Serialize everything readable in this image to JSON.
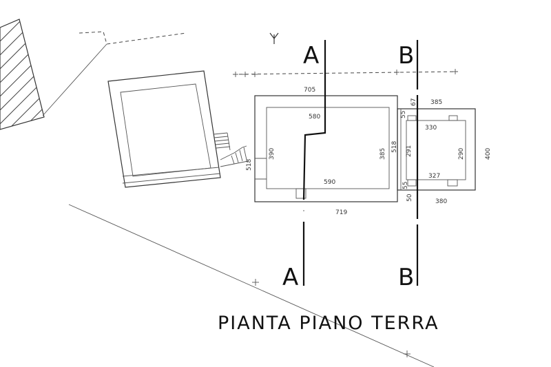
{
  "title": "PIANTA PIANO TERRA",
  "sections": {
    "a_top": "A",
    "a_bottom": "A",
    "b_top": "B",
    "b_bottom": "B"
  },
  "dimensions": {
    "d705": "705",
    "d580": "580",
    "d390": "390",
    "d385_left": "385",
    "d518_left": "518",
    "d518_mid": "518",
    "d590": "590",
    "d719": "719",
    "d55_top": "55",
    "d67": "67",
    "d385_top": "385",
    "d330": "330",
    "d291": "291",
    "d290": "290",
    "d400": "400",
    "d327": "327",
    "d55_bottom": "55",
    "d50": "50",
    "d380": "380"
  },
  "colors": {
    "line": "#333333",
    "background": "#ffffff"
  }
}
